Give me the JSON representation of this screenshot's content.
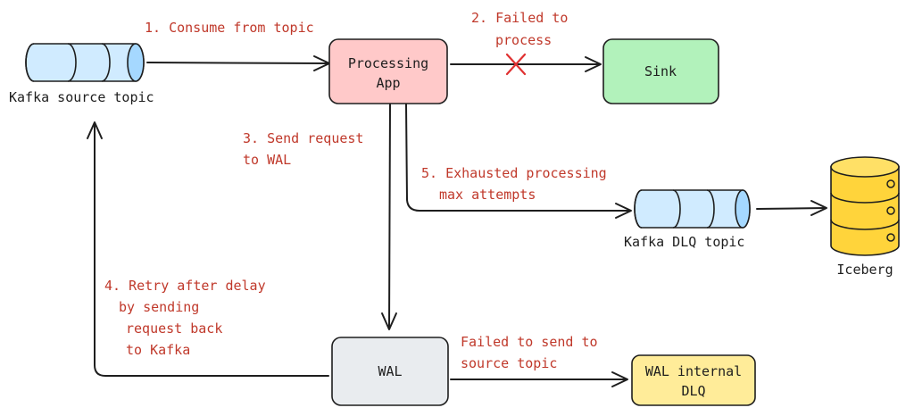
{
  "colors": {
    "processing": "#ffc9c9",
    "sink": "#b2f2bb",
    "wal": "#e9ecef",
    "wal_dlq": "#ffec99",
    "topic_fill": "#a5d8ff",
    "iceberg": "#ffd43b",
    "label_red": "#c0392b",
    "stroke": "#1e1e1e"
  },
  "nodes": {
    "kafka_source": {
      "label": "Kafka source topic"
    },
    "processing": {
      "line1": "Processing",
      "line2": "App"
    },
    "sink": {
      "label": "Sink"
    },
    "dlq_topic": {
      "label": "Kafka DLQ topic"
    },
    "iceberg": {
      "label": "Iceberg"
    },
    "wal": {
      "label": "WAL"
    },
    "wal_dlq": {
      "line1": "WAL internal",
      "line2": "DLQ"
    }
  },
  "edges": {
    "consume": {
      "label": "1. Consume from topic"
    },
    "failed": {
      "line1": "2. Failed to",
      "line2": "process",
      "marker": "x-icon"
    },
    "send_wal": {
      "line1": "3. Send request",
      "line2": "to WAL"
    },
    "retry": {
      "line1": "4. Retry after delay",
      "line2": "by sending",
      "line3": "request back",
      "line4": "to Kafka"
    },
    "exhausted": {
      "line1": "5. Exhausted processing",
      "line2": "max attempts"
    },
    "failed_send": {
      "line1": "Failed to send to",
      "line2": "source topic"
    }
  }
}
